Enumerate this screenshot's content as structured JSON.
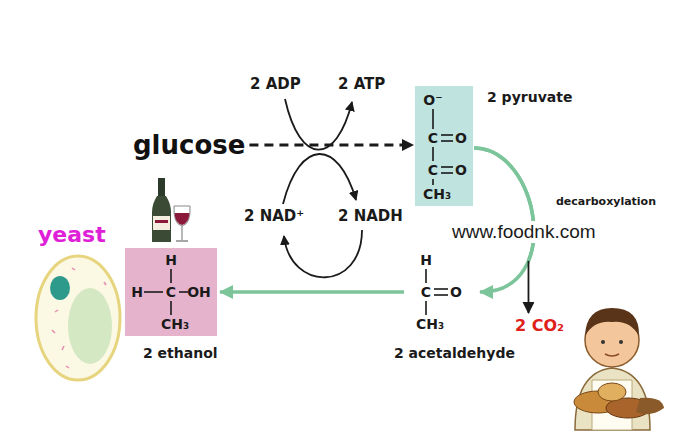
{
  "diagram": {
    "nodes": [
      {
        "text": [
          "glucose"
        ]
      },
      {
        "text": [
          "2 pyruvate",
          "O⁻",
          "C",
          "O",
          "C",
          "O",
          "CH₃"
        ]
      },
      {
        "text": [
          "2 acetaldehyde",
          "H",
          "C",
          "O",
          "CH₃"
        ]
      },
      {
        "text": [
          "2 ethanol",
          "H",
          "H",
          "C",
          "OH",
          "CH₃"
        ]
      },
      {
        "text": [
          "2 CO₂"
        ]
      }
    ],
    "edges": [
      {
        "from": 0,
        "to": 1,
        "arrow": "to"
      },
      {
        "from": 1,
        "to": 2,
        "arrow": "to"
      },
      {
        "from": 2,
        "to": 3,
        "arrow": "to"
      },
      {
        "from": 1,
        "to": 4,
        "arrow": "to"
      }
    ],
    "labels": [
      "2 ADP",
      "2 ATP",
      "2 NAD⁺",
      "2 NADH",
      "decarboxylation",
      "www.foodnk.com",
      "yeast"
    ]
  }
}
